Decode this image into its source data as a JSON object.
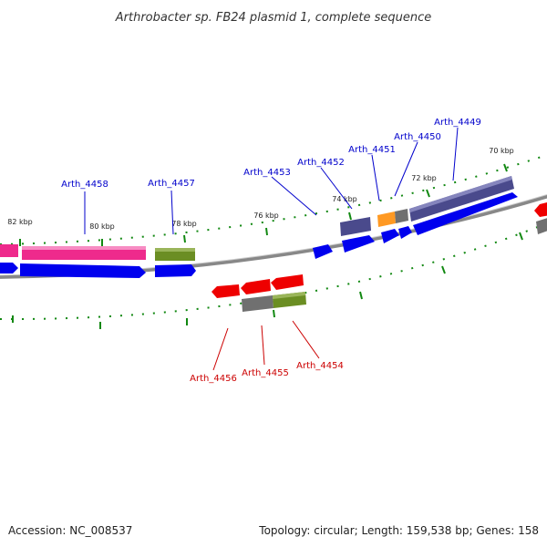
{
  "title": "Arthrobacter sp. FB24 plasmid 1, complete sequence",
  "footer": {
    "accession": "Accession: NC_008537",
    "summary": "Topology: circular; Length: 159,538 bp; Genes: 158"
  },
  "ticks": [
    "82 kbp",
    "80 kbp",
    "78 kbp",
    "76 kbp",
    "74 kbp",
    "72 kbp",
    "70 kbp"
  ],
  "forward_labels": [
    "Arth_4458",
    "Arth_4457",
    "Arth_4453",
    "Arth_4452",
    "Arth_4451",
    "Arth_4450",
    "Arth_4449"
  ],
  "reverse_labels": [
    "Arth_4456",
    "Arth_4455",
    "Arth_4454"
  ],
  "colors": {
    "forward_label": "#0000cc",
    "reverse_label": "#cc0000",
    "cds_forward": "#0000ee",
    "cds_reverse": "#ee0000",
    "pink": "#ee2a8c",
    "olive": "#6b8e23",
    "slate": "#4a4a8c",
    "orange": "#ff9922",
    "gray": "#707070",
    "tick": "#118811",
    "backbone": "#888888"
  }
}
